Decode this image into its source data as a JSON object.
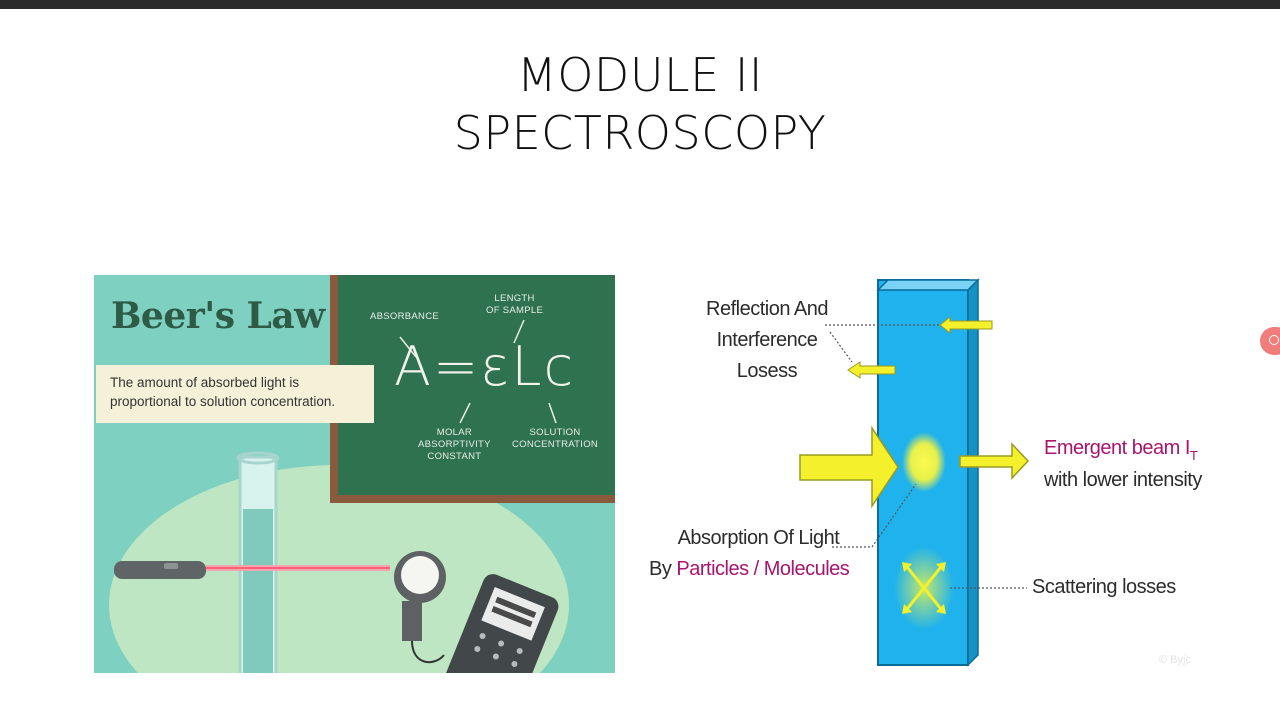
{
  "slide": {
    "title_line1": "MODULE II",
    "title_line2": "SPECTROSCOPY"
  },
  "beers_law": {
    "heading": "Beer's Law",
    "description_line1": "The amount of absorbed light is",
    "description_line2": "proportional to solution concentration.",
    "formula": "A=εLc",
    "label_absorbance": "ABSORBANCE",
    "label_length_1": "LENGTH",
    "label_length_2": "OF SAMPLE",
    "label_molar_1": "MOLAR",
    "label_molar_2": "ABSORPTIVITY",
    "label_molar_3": "CONSTANT",
    "label_solution_1": "SOLUTION",
    "label_solution_2": "CONCENTRATION"
  },
  "absorption_diagram": {
    "reflection_line1": "Reflection And",
    "reflection_line2": "Interference",
    "reflection_line3": "Losess",
    "emergent_main": "Emergent beam I",
    "emergent_sub": "T",
    "emergent_line2": "with lower intensity",
    "absorption_line1": "Absorption Of Light",
    "absorption_prefix": "By ",
    "absorption_colored": "Particles / Molecules",
    "scattering": "Scattering losses",
    "watermark": "© Byjc"
  },
  "icons": {
    "record": "record-icon"
  },
  "colors": {
    "cuvette": "#1fb2ec",
    "beam": "#f4f02b",
    "highlight": "#a8146e",
    "chalkboard": "#2f7250",
    "board_frame": "#8a5a3c"
  }
}
